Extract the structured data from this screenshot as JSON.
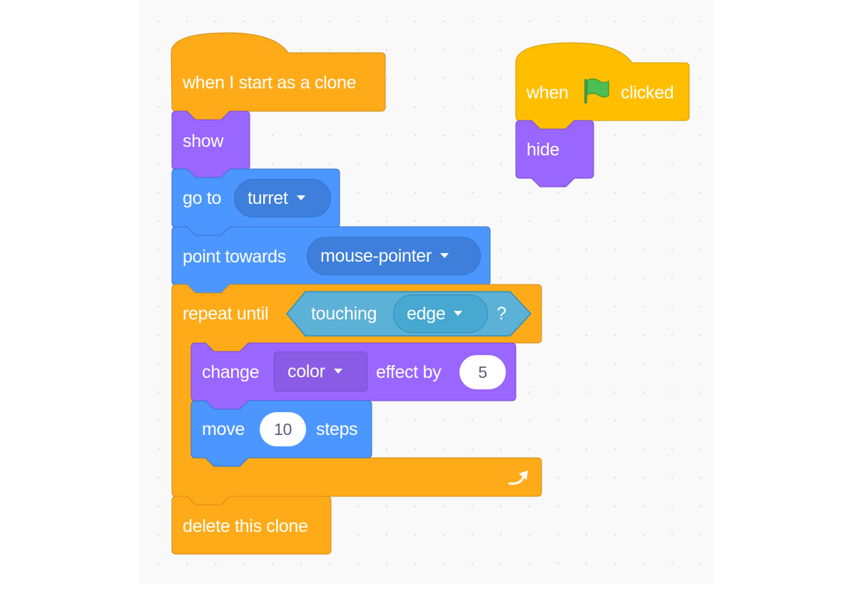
{
  "script_clone": {
    "hat": "when I start as a clone",
    "show": "show",
    "goto": {
      "label": "go to",
      "target": "turret"
    },
    "point": {
      "label": "point towards",
      "target": "mouse-pointer"
    },
    "repeat": {
      "label": "repeat until",
      "sensing_label": "touching",
      "sensing_target": "edge",
      "sensing_suffix": "?"
    },
    "change_effect": {
      "label": "change",
      "effect": "color",
      "mid": "effect by",
      "value": "5"
    },
    "move": {
      "label": "move",
      "value": "10",
      "suffix": "steps"
    },
    "delete": "delete this clone"
  },
  "script_flag": {
    "when": "when",
    "clicked": "clicked",
    "hide": "hide"
  },
  "colors": {
    "control": "#ffab19",
    "events": "#ffbf00",
    "looks": "#9966ff",
    "motion": "#4c97ff",
    "sensing": "#5cb1d6",
    "workspace": "#f9f9f9"
  },
  "icons": {
    "flag": "green-flag-icon",
    "repeat_arrow": "loop-arrow-icon",
    "dropdown": "caret-down-icon"
  }
}
